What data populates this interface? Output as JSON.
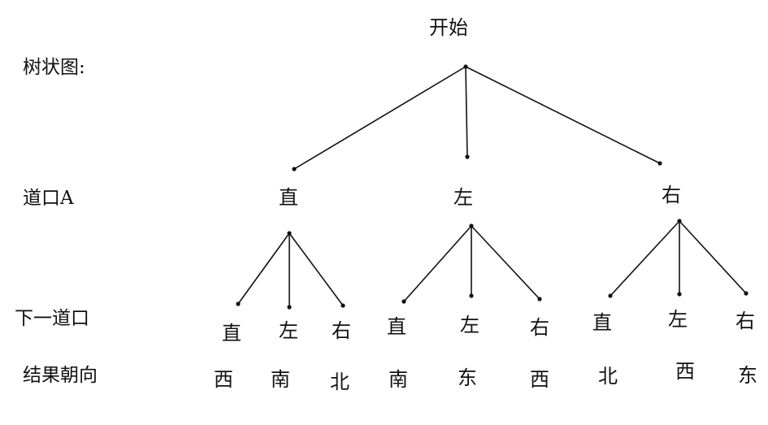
{
  "title": "开始",
  "row_labels": {
    "tree": "树状图:",
    "crossing_a": "道口A",
    "next_crossing": "下一道口",
    "result_direction": "结果朝向"
  },
  "level1": [
    "直",
    "左",
    "右"
  ],
  "level2": [
    "直",
    "左",
    "右",
    "直",
    "左",
    "右",
    "直",
    "左",
    "右"
  ],
  "results": [
    "西",
    "南",
    "北",
    "南",
    "东",
    "西",
    "北",
    "西",
    "东"
  ],
  "colors": {
    "line": "#111111"
  }
}
